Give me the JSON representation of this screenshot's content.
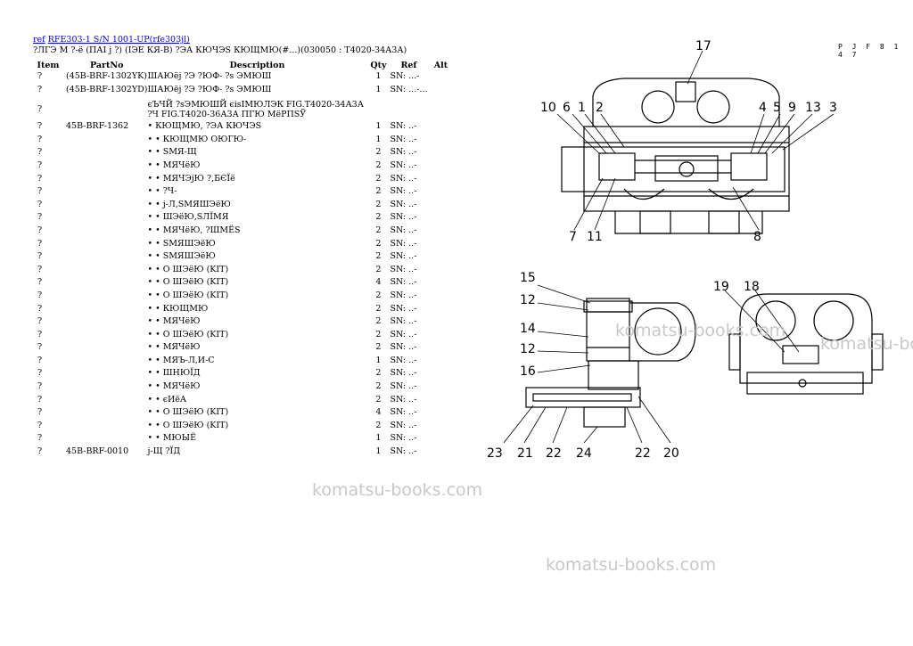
{
  "header": {
    "link_ref": "ref",
    "link_model": "RFE303-1 S/N 1001-UP(rfe303jl)",
    "subtitle": "?ЛГЭ М ?-ё (ПАІ ј ?) (ІЭЕ КЯ-В) ?ЭА КЮЧЭЅ КЮЩМЮ(#...)(030050 : Т4020-34А3А)"
  },
  "table": {
    "headers": [
      "Item",
      "PartNo",
      "Description",
      "Qty",
      "Ref",
      "Alt"
    ],
    "rows": [
      {
        "item": "?",
        "part": "(45B-BRF-1302YK)",
        "desc": "ШАЮёј ?Э ?ЮФ- ?ѕ ЭМЮШ",
        "qty": "1",
        "ref": "SN: ...-"
      },
      {
        "item": "?",
        "part": "(45B-BRF-1302YD)",
        "desc": "ШАЮёј ?Э ?ЮФ- ?ѕ ЭМЮШ",
        "qty": "1",
        "ref": "SN: ...-..."
      },
      {
        "item": "?",
        "part": "",
        "desc": "єЪЧЙ ?ѕЭМЮШЙ єisIМЮЛЭК FIG.Т4020-34А3А ?Ч FIG.Т4020-36А3А ПГЮ МёРПЅЎ",
        "qty": "",
        "ref": ""
      },
      {
        "item": "?",
        "part": "45B-BRF-1362",
        "desc": "• КЮЩМЮ, ?ЭА КЮЧЭЅ",
        "qty": "1",
        "ref": "SN: ..-"
      },
      {
        "item": "?",
        "part": "",
        "desc": "• • КЮЩМЮ ОЮГЮ-",
        "qty": "1",
        "ref": "SN: ..-"
      },
      {
        "item": "?",
        "part": "",
        "desc": "• • ЅМЯ-Щ",
        "qty": "2",
        "ref": "SN: ..-"
      },
      {
        "item": "?",
        "part": "",
        "desc": "• • МЯЧёЮ",
        "qty": "2",
        "ref": "SN: ..-"
      },
      {
        "item": "?",
        "part": "",
        "desc": "• • МЯЧЭјЮ ?,БЄЇё",
        "qty": "2",
        "ref": "SN: ..-"
      },
      {
        "item": "?",
        "part": "",
        "desc": "• • ?Ч-",
        "qty": "2",
        "ref": "SN: ..-"
      },
      {
        "item": "?",
        "part": "",
        "desc": "• • ј-Л,ЅМЯШЭёЮ",
        "qty": "2",
        "ref": "SN: ..-"
      },
      {
        "item": "?",
        "part": "",
        "desc": "• • ШЭёЮ,ЅЛЇМЯ",
        "qty": "2",
        "ref": "SN: ..-"
      },
      {
        "item": "?",
        "part": "",
        "desc": "• • МЯЧёЮ, ?ШМЁЅ",
        "qty": "2",
        "ref": "SN: ..-"
      },
      {
        "item": "?",
        "part": "",
        "desc": "• • ЅМЯШЭёЮ",
        "qty": "2",
        "ref": "SN: ..-"
      },
      {
        "item": "?",
        "part": "",
        "desc": "• • ЅМЯШЭёЮ",
        "qty": "2",
        "ref": "SN: ..-"
      },
      {
        "item": "?",
        "part": "",
        "desc": "• • О ШЭёЮ (KIT)",
        "qty": "2",
        "ref": "SN: ..-"
      },
      {
        "item": "?",
        "part": "",
        "desc": "• • О ШЭёЮ (KIT)",
        "qty": "4",
        "ref": "SN: ..-"
      },
      {
        "item": "?",
        "part": "",
        "desc": "• • О ШЭёЮ (KIT)",
        "qty": "2",
        "ref": "SN: ..-"
      },
      {
        "item": "?",
        "part": "",
        "desc": "• • КЮЩМЮ",
        "qty": "2",
        "ref": "SN: ..-"
      },
      {
        "item": "?",
        "part": "",
        "desc": "• • МЯЧёЮ",
        "qty": "2",
        "ref": "SN: ..-"
      },
      {
        "item": "?",
        "part": "",
        "desc": "• • О ШЭёЮ (KIT)",
        "qty": "2",
        "ref": "SN: ..-"
      },
      {
        "item": "?",
        "part": "",
        "desc": "• • МЯЧёЮ",
        "qty": "2",
        "ref": "SN: ..-"
      },
      {
        "item": "?",
        "part": "",
        "desc": "• • МЯЪ-Л,И-С",
        "qty": "1",
        "ref": "SN: ..-"
      },
      {
        "item": "?",
        "part": "",
        "desc": "• • ШНЮЇД",
        "qty": "2",
        "ref": "SN: ..-"
      },
      {
        "item": "?",
        "part": "",
        "desc": "• • МЯЧёЮ",
        "qty": "2",
        "ref": "SN: ..-"
      },
      {
        "item": "?",
        "part": "",
        "desc": "• • єИёА",
        "qty": "2",
        "ref": "SN: ..-"
      },
      {
        "item": "?",
        "part": "",
        "desc": "• • О ШЭёЮ (KIT)",
        "qty": "4",
        "ref": "SN: ..-"
      },
      {
        "item": "?",
        "part": "",
        "desc": "• • О ШЭёЮ (KIT)",
        "qty": "2",
        "ref": "SN: ..-"
      },
      {
        "item": "?",
        "part": "",
        "desc": "• • МЮЫЁ",
        "qty": "1",
        "ref": "SN: ..-"
      },
      {
        "item": "?",
        "part": "45B-BRF-0010",
        "desc": "ј-Щ ?ЇД",
        "qty": "1",
        "ref": "SN: ..-"
      }
    ]
  },
  "drawing": {
    "code": "P J F 8 1 4 7",
    "callouts": [
      "17",
      "10",
      "6",
      "1",
      "2",
      "4",
      "5",
      "9",
      "13",
      "3",
      "7",
      "11",
      "8",
      "15",
      "12",
      "14",
      "12",
      "16",
      "23",
      "21",
      "22",
      "24",
      "22",
      "20",
      "19",
      "18"
    ]
  },
  "watermarks": [
    "komatsu-books.com",
    "komatsu-books.com",
    "komatsu-books.com",
    "komatsu-books.com"
  ]
}
